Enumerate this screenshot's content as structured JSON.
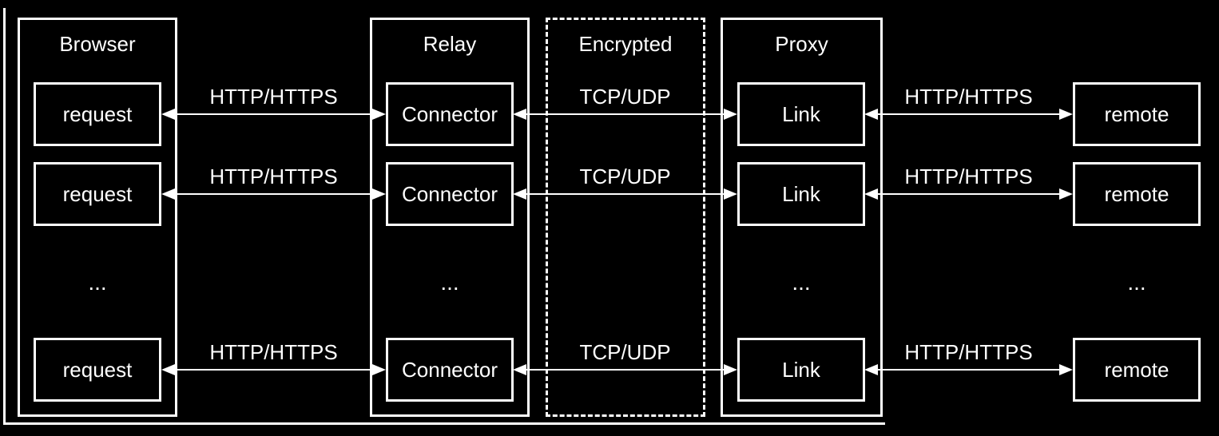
{
  "colors": {
    "background": "#000000",
    "stroke": "#ffffff",
    "text": "#ffffff"
  },
  "diagram": {
    "groups": {
      "browser": {
        "title": "Browser"
      },
      "relay": {
        "title": "Relay"
      },
      "encrypted": {
        "title": "Encrypted"
      },
      "proxy": {
        "title": "Proxy"
      }
    },
    "rows": [
      {
        "request": "request",
        "http_left": "HTTP/HTTPS",
        "connector": "Connector",
        "tcp": "TCP/UDP",
        "link": "Link",
        "http_right": "HTTP/HTTPS",
        "remote": "remote"
      },
      {
        "request": "request",
        "http_left": "HTTP/HTTPS",
        "connector": "Connector",
        "tcp": "TCP/UDP",
        "link": "Link",
        "http_right": "HTTP/HTTPS",
        "remote": "remote"
      },
      {
        "request": "request",
        "http_left": "HTTP/HTTPS",
        "connector": "Connector",
        "tcp": "TCP/UDP",
        "link": "Link",
        "http_right": "HTTP/HTTPS",
        "remote": "remote"
      }
    ],
    "ellipsis": {
      "browser": "...",
      "relay": "...",
      "proxy": "...",
      "remote": "..."
    }
  }
}
